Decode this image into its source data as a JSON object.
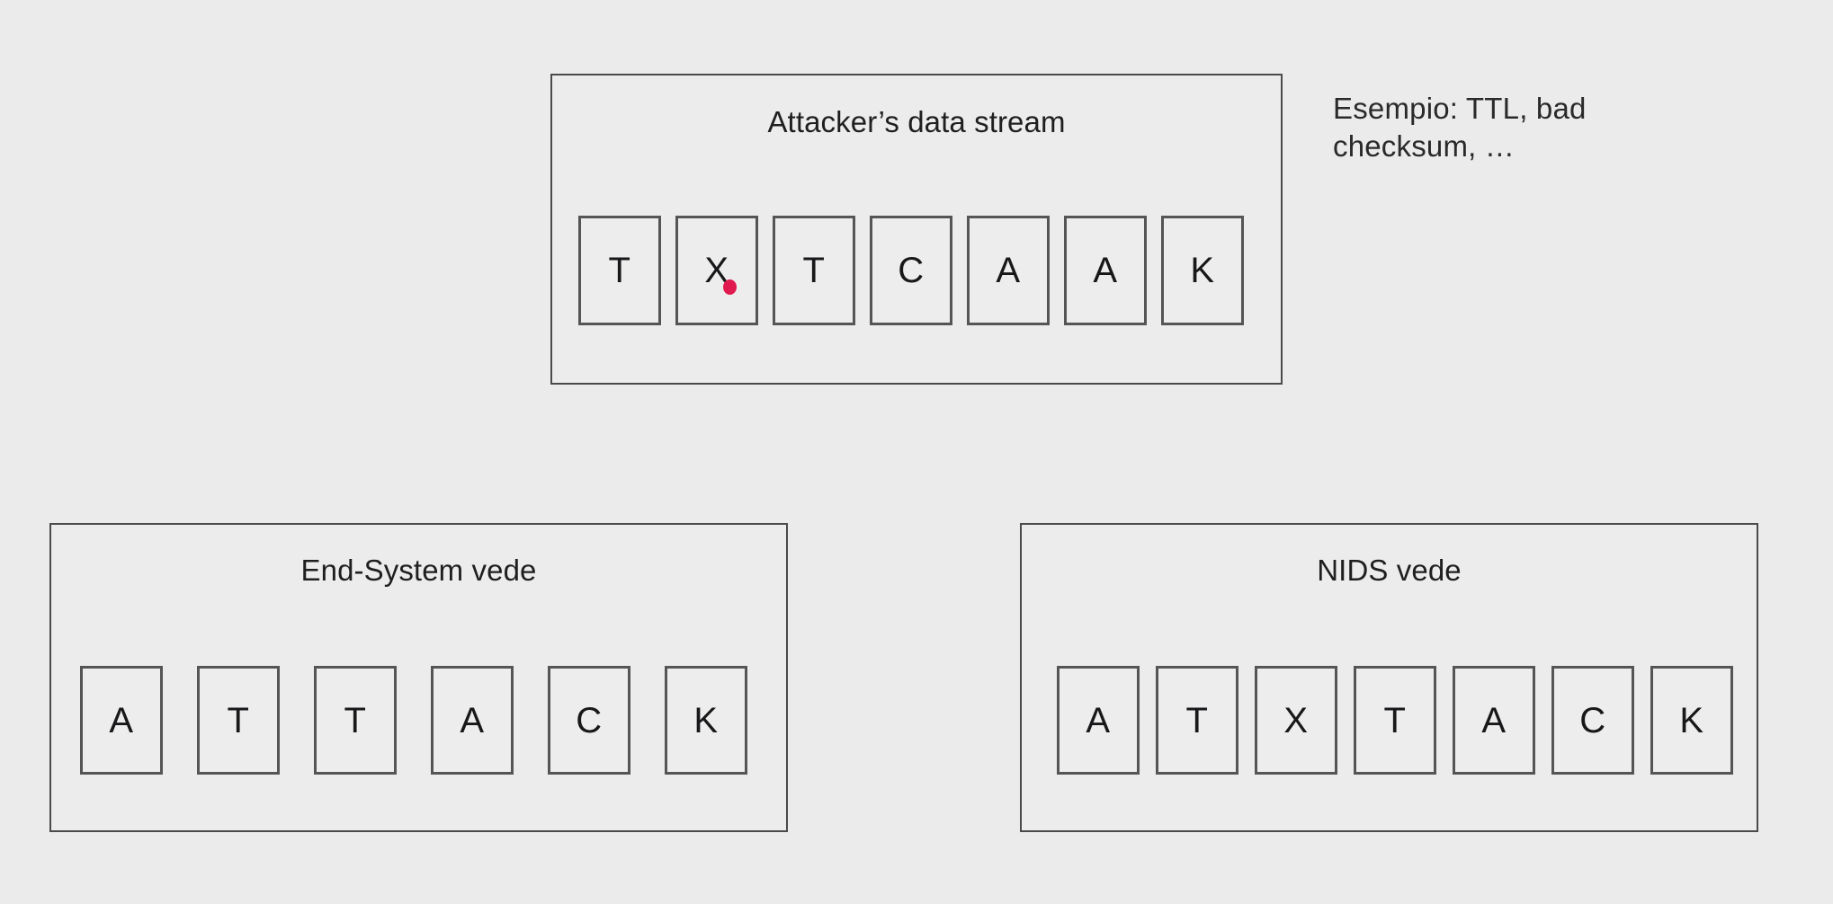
{
  "diagram": {
    "title": "NIDS insertion attack — attacker stream vs. end-system vs. NIDS reassembly",
    "background_color": "#ebebeb",
    "marker_color": "#e01a4f",
    "border_color": "#4a4a4a",
    "cell_border_color": "#555555"
  },
  "attacker_box": {
    "title": "Attacker’s data stream",
    "cells": [
      {
        "letter": "T",
        "flagged": false
      },
      {
        "letter": "X",
        "flagged": true
      },
      {
        "letter": "T",
        "flagged": false
      },
      {
        "letter": "C",
        "flagged": false
      },
      {
        "letter": "A",
        "flagged": false
      },
      {
        "letter": "A",
        "flagged": false
      },
      {
        "letter": "K",
        "flagged": false
      }
    ]
  },
  "annotation": {
    "line1": "Esempio: TTL, bad",
    "line2": "checksum, …"
  },
  "end_system_box": {
    "title": "End-System vede",
    "cells": [
      {
        "letter": "A",
        "flagged": false
      },
      {
        "letter": "T",
        "flagged": false
      },
      {
        "letter": "T",
        "flagged": false
      },
      {
        "letter": "A",
        "flagged": false
      },
      {
        "letter": "C",
        "flagged": false
      },
      {
        "letter": "K",
        "flagged": false
      }
    ]
  },
  "nids_box": {
    "title": "NIDS vede",
    "cells": [
      {
        "letter": "A",
        "flagged": false
      },
      {
        "letter": "T",
        "flagged": false
      },
      {
        "letter": "X",
        "flagged": false
      },
      {
        "letter": "T",
        "flagged": false
      },
      {
        "letter": "A",
        "flagged": false
      },
      {
        "letter": "C",
        "flagged": false
      },
      {
        "letter": "K",
        "flagged": false
      }
    ]
  }
}
